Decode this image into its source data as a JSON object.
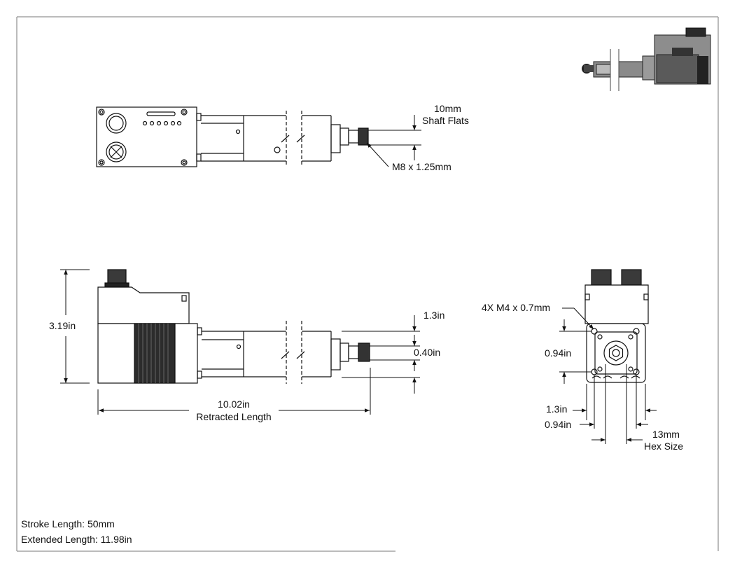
{
  "top_view": {
    "shaft_flats": {
      "value": "10mm",
      "label": "Shaft Flats"
    },
    "thread": "M8 x 1.25mm"
  },
  "side_view": {
    "height": "3.19in",
    "dim_a": "1.3in",
    "dim_b": "0.40in",
    "length": {
      "value": "10.02in",
      "label": "Retracted Length"
    }
  },
  "end_view": {
    "mount_holes": "4X M4 x 0.7mm",
    "vert_spacing": "0.94in",
    "horiz_a": "1.3in",
    "horiz_b": "0.94in",
    "hex": {
      "value": "13mm",
      "label": "Hex Size"
    }
  },
  "notes": {
    "stroke": "Stroke Length: 50mm",
    "extended": "Extended Length: 11.98in"
  }
}
